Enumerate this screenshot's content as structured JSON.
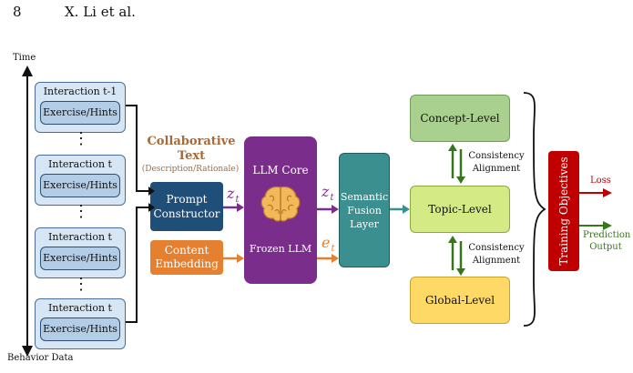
{
  "header": {
    "page_number": "8",
    "authors": "X. Li et al."
  },
  "timeline": {
    "top_label": "Time",
    "bottom_label": "Behavior Data"
  },
  "interactions": [
    {
      "title": "Interaction t-1",
      "inner": "Exercise/Hints"
    },
    {
      "title": "Interaction t",
      "inner": "Exercise/Hints"
    },
    {
      "title": "Interaction t",
      "inner": "Exercise/Hints"
    },
    {
      "title": "Interaction t",
      "inner": "Exercise/Hints"
    }
  ],
  "ellipsis": "⋮",
  "collab": {
    "title_line1": "Collaborative",
    "title_line2": "Text",
    "subtitle": "(Description/Rationale)"
  },
  "prompt_constructor": {
    "line1": "Prompt",
    "line2": "Constructor"
  },
  "content_embedding": {
    "line1": "Content",
    "line2": "Embedding"
  },
  "llm": {
    "core": "LLM Core",
    "frozen": "Frozen LLM"
  },
  "symbols": {
    "z_sub": "z",
    "z_sub_t": "t",
    "e_sub": "e",
    "e_sub_t": "t"
  },
  "fusion": {
    "line1": "Semantic",
    "line2": "Fusion",
    "line3": "Layer"
  },
  "levels": {
    "concept": "Concept-Level",
    "topic": "Topic-Level",
    "global": "Global-Level"
  },
  "consistency": {
    "line1": "Consistency",
    "line2": "Alignment"
  },
  "training": {
    "label": "Training Objectives"
  },
  "outputs": {
    "loss": "Loss",
    "prediction_line1": "Prediction",
    "prediction_line2": "Output"
  },
  "colors": {
    "purple_arrow": "#7b2d8b",
    "orange_arrow": "#e58030",
    "teal_arrow": "#3b8f8f",
    "loss_arrow": "#c00000",
    "pred_arrow": "#38761d",
    "align_arrow": "#38761d"
  }
}
